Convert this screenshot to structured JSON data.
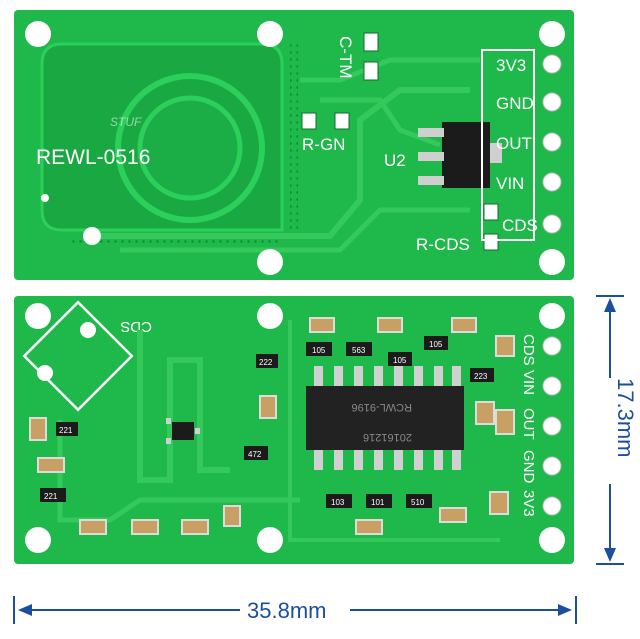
{
  "top_board": {
    "model_label": "REWL-0516",
    "pins": [
      "3V3",
      "GND",
      "OUT",
      "VIN",
      "CDS"
    ],
    "labels": {
      "c_tm": "C-TM",
      "r_gn": "R-GN",
      "u2": "U2",
      "r_cds": "R-CDS",
      "stuf": "STUF"
    }
  },
  "bottom_board": {
    "cds_label": "CDS",
    "chip_text_1": "RCWL-9196",
    "chip_text_2": "20161216",
    "pins_vertical": [
      "CDS",
      "VIN",
      "OUT",
      "GND",
      "3V3"
    ],
    "resistor_codes": [
      "105",
      "563",
      "105",
      "105",
      "223",
      "222",
      "472",
      "221",
      "221",
      "103",
      "101",
      "510"
    ]
  },
  "dimensions": {
    "width": "35.8mm",
    "height": "17.3mm"
  },
  "colors": {
    "pcb": "#1fb84a",
    "pcb_dark": "#17a03f",
    "trace": "#35c95c",
    "silk": "#ffffff",
    "dim_arrow": "#1a4f9e"
  }
}
